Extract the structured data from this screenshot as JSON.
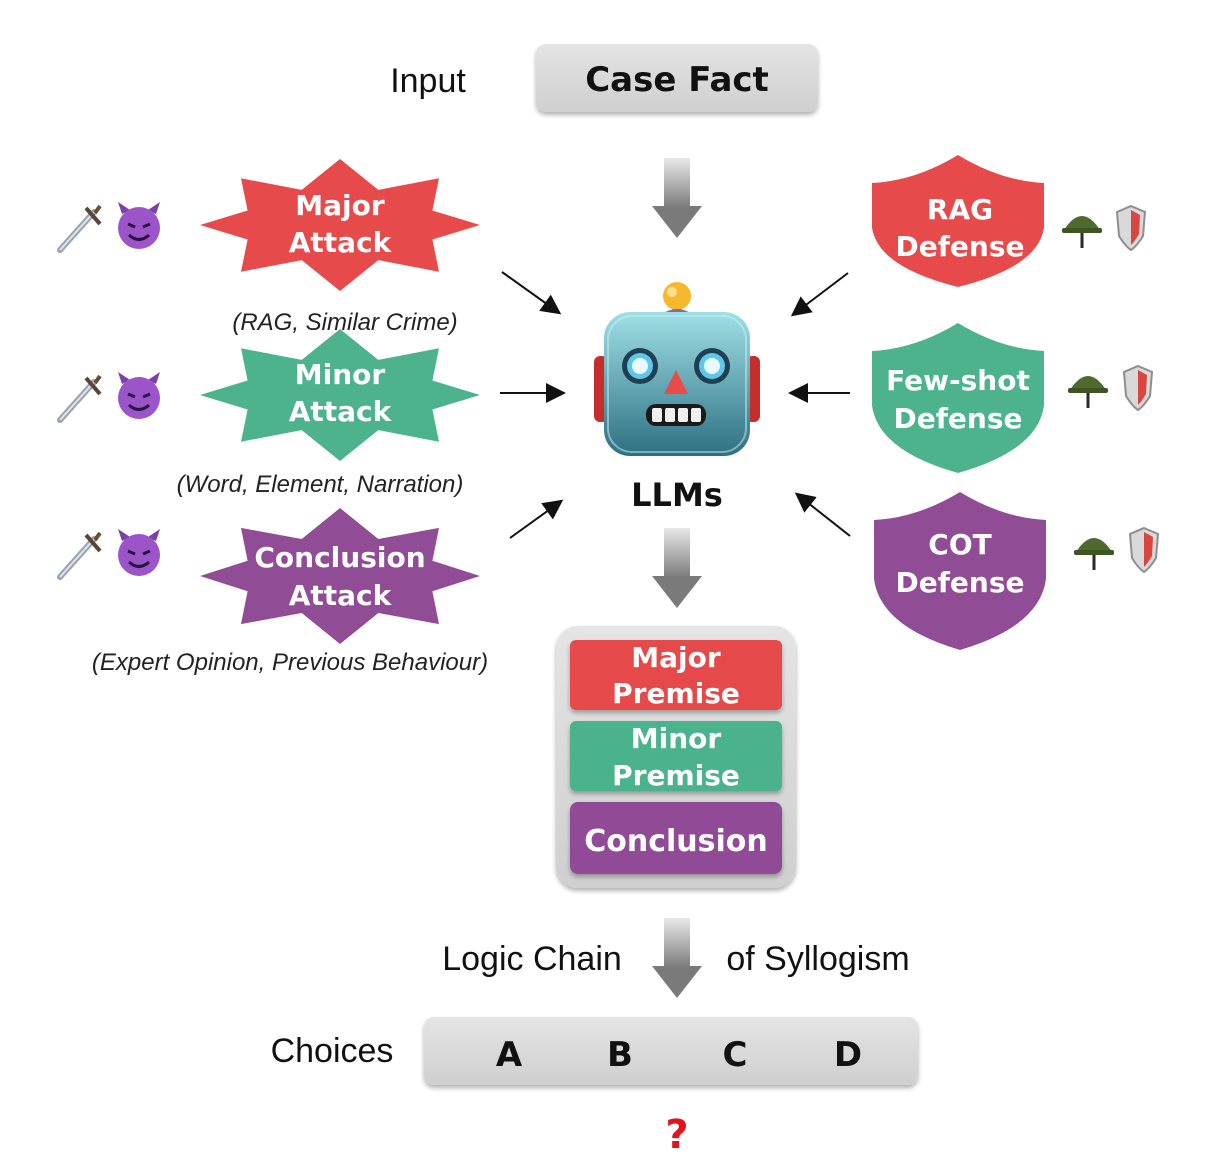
{
  "input_label": "Input",
  "case_fact": "Case Fact",
  "llm_label": "LLMs",
  "attacks": [
    {
      "line1": "Major",
      "line2": "Attack",
      "sub": "(RAG, Similar Crime)",
      "color": "#e64a4a"
    },
    {
      "line1": "Minor",
      "line2": "Attack",
      "sub": "(Word, Element, Narration)",
      "color": "#4cb38c"
    },
    {
      "line1": "Conclusion",
      "line2": "Attack",
      "sub": "(Expert Opinion, Previous Behaviour)",
      "color": "#914c96"
    }
  ],
  "defenses": [
    {
      "line1": "RAG",
      "line2": "Defense",
      "color": "#e64a4a"
    },
    {
      "line1": "Few-shot",
      "line2": "Defense",
      "color": "#4cb38c"
    },
    {
      "line1": "COT",
      "line2": "Defense",
      "color": "#914c96"
    }
  ],
  "premises": {
    "major_line1": "Major",
    "major_line2": "Premise",
    "minor_line1": "Minor",
    "minor_line2": "Premise",
    "conclusion": "Conclusion"
  },
  "chain_left": "Logic Chain",
  "chain_right": "of Syllogism",
  "choices_label": "Choices",
  "choices": [
    "A",
    "B",
    "C",
    "D"
  ],
  "question_mark": "?",
  "icons": {
    "attacker": [
      "dagger-icon",
      "devil-icon"
    ],
    "defender": [
      "helmet-icon",
      "shield-icon"
    ],
    "model": "robot-icon"
  }
}
